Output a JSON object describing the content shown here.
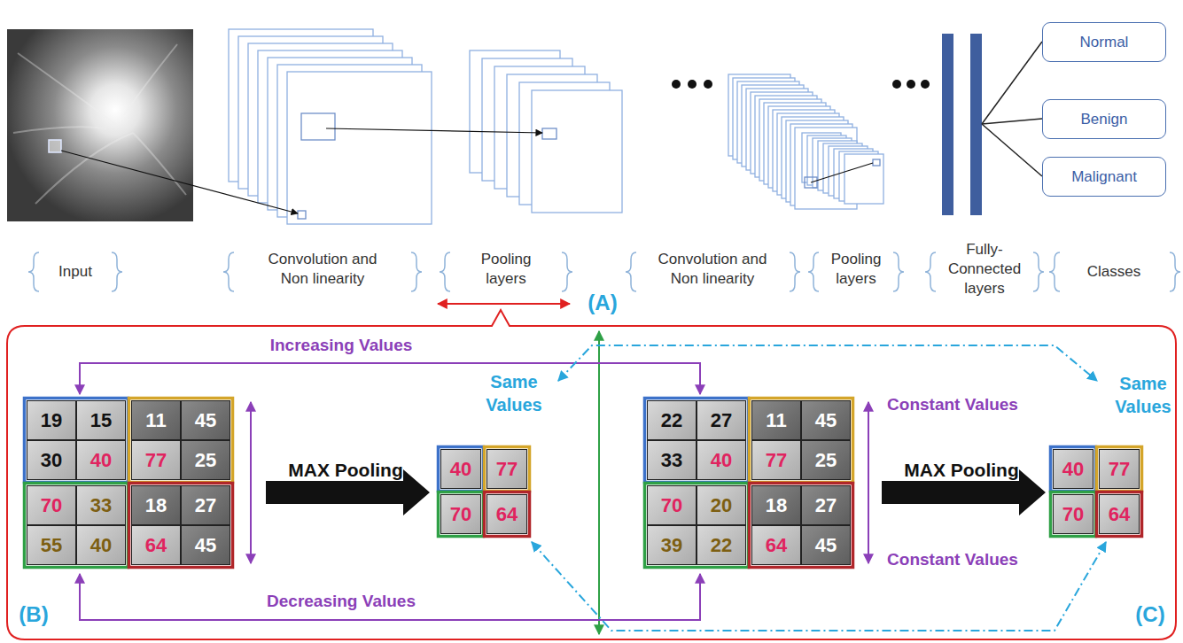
{
  "diagram": {
    "nodes": [
      {
        "text": [
          "Normal"
        ]
      },
      {
        "text": [
          "Benign"
        ]
      },
      {
        "text": [
          "Malignant"
        ]
      }
    ],
    "labels": [
      "Input",
      "Convolution and Non linearity",
      "Pooling layers",
      "Convolution and Non linearity",
      "Pooling layers",
      "Fully-Connected layers",
      "Classes",
      "(A)",
      "Increasing Values",
      "Same Values",
      "Constant Values",
      "Same Values",
      "MAX Pooling",
      "MAX Pooling",
      "Constant Values",
      "Decreasing Values",
      "(B)",
      "(C)",
      "19",
      "15",
      "11",
      "45",
      "30",
      "40",
      "77",
      "25",
      "70",
      "33",
      "18",
      "27",
      "55",
      "40",
      "64",
      "45",
      "40",
      "77",
      "70",
      "64",
      "22",
      "27",
      "11",
      "45",
      "33",
      "40",
      "77",
      "25",
      "70",
      "20",
      "18",
      "27",
      "39",
      "22",
      "64",
      "45",
      "40",
      "77",
      "70",
      "64"
    ]
  }
}
